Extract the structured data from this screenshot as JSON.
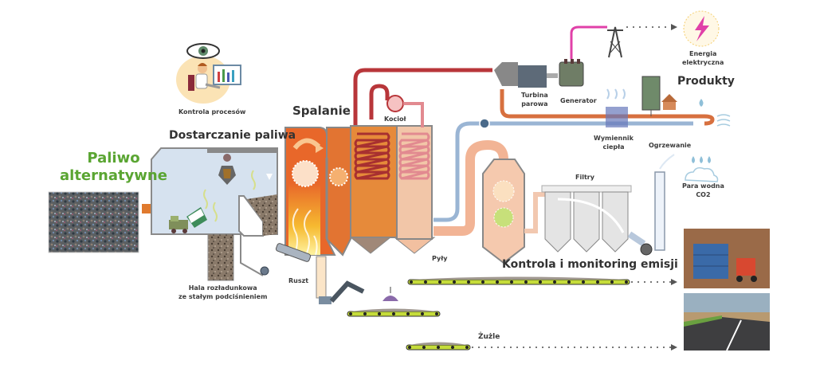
{
  "title": "Schemat procesu termicznego przekształcania paliwa alternatywnego",
  "labels": {
    "fuel": [
      "Paliwo",
      "alternatywne"
    ],
    "fuel_delivery": "Dostarczanie paliwa",
    "process_control": "Kontrola procesów",
    "combustion": "Spalanie",
    "boiler": "Kocioł",
    "steam_turbine": [
      "Turbina",
      "parowa"
    ],
    "generator": "Generator",
    "electric_energy": [
      "Energia",
      "elektryczna"
    ],
    "products": "Produkty",
    "heat_exchanger": [
      "Wymiennik",
      "ciepła"
    ],
    "heating": "Ogrzewanie",
    "water_vapor": [
      "Para wodna",
      "CO2"
    ],
    "filters": "Filtry",
    "dust": "Pyły",
    "emission_control": "Kontrola i monitoring emisji",
    "unloading_hall": [
      "Hala rozładunkowa",
      "ze stałym podciśnieniem"
    ],
    "grate": "Ruszt",
    "slag": "Żużle"
  },
  "icons": {
    "eye": "eye-icon",
    "operator": "operator-at-monitor-icon",
    "lightning": "lightning-bolt-icon",
    "pylon": "power-pylon-icon",
    "water_drops": "water-drops-icon",
    "cloud": "cloud-icon"
  },
  "photos": {
    "fuel": "mixed-waste-photo",
    "storage": "mine-storage-forklift-photo",
    "road": "road-construction-photo"
  },
  "colors": {
    "label_green": "#5aa532",
    "arrow_orange": "#e07a2e",
    "furnace_orange": "#e8672a",
    "steam_red": "#b8363a",
    "hot_water": "#d7703f",
    "cold_water": "#9ab5d4",
    "conveyor_yellow": "#c5dc3a",
    "power_line": "#e040a8",
    "hall_blue": "#d6e2ef"
  }
}
